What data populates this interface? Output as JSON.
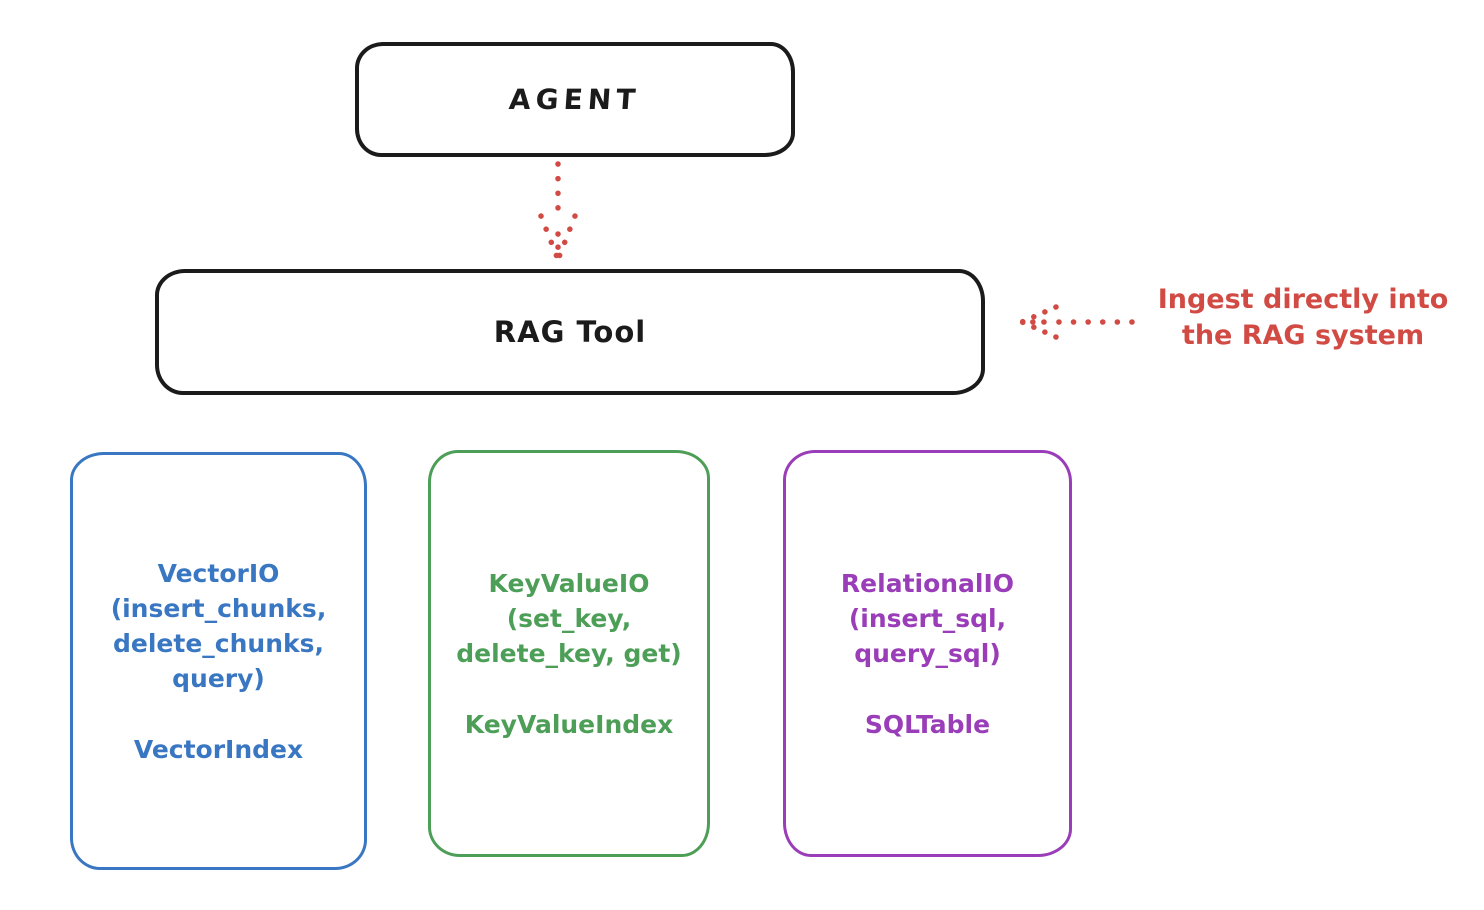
{
  "agent": {
    "label": "AGENT"
  },
  "rag_tool": {
    "label": "RAG Tool"
  },
  "annotation": {
    "line1": "Ingest directly into",
    "line2": "the RAG system",
    "color": "#d14b44"
  },
  "backends": [
    {
      "id": "vector-io",
      "lines": [
        "VectorIO",
        "(insert_chunks,",
        "delete_chunks,",
        "query)"
      ],
      "index": "VectorIndex",
      "color": "#3a77c2"
    },
    {
      "id": "keyvalue-io",
      "lines": [
        "KeyValueIO",
        "(set_key,",
        "delete_key, get)"
      ],
      "index": "KeyValueIndex",
      "color": "#4d9f58"
    },
    {
      "id": "relational-io",
      "lines": [
        "RelationalIO",
        "(insert_sql,",
        "query_sql)"
      ],
      "index": "SQLTable",
      "color": "#9a3db8"
    }
  ],
  "colors": {
    "box_stroke": "#1b1b1b",
    "arrow_red": "#d14b44",
    "background": "#ffffff"
  }
}
